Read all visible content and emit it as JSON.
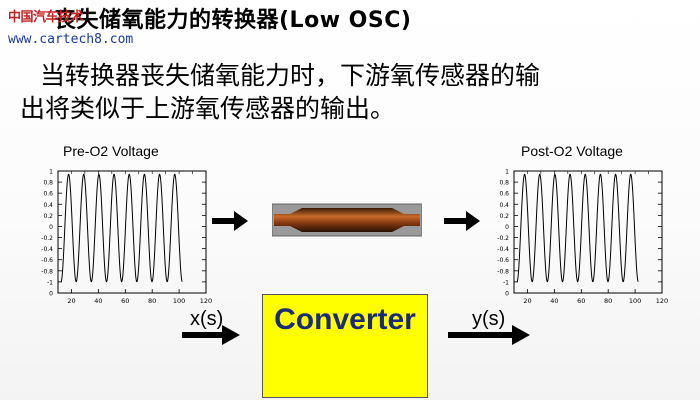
{
  "watermark": {
    "text_cn": "中国汽车技术",
    "url": "www.cartech8.com"
  },
  "slide": {
    "title": "丧失储氧能力的转换器(Low OSC)",
    "body_line1": "当转换器丧失储氧能力时，下游氧传感器的输",
    "body_line2": "出将类似于上游氧传感器的输出。"
  },
  "diagram": {
    "converter_label": "Converter",
    "input_label": "x(s)",
    "output_label": "y(s)"
  },
  "chart_data": [
    {
      "type": "line",
      "title": "Pre-O2 Voltage",
      "xlabel": "",
      "ylabel": "",
      "xlim": [
        10,
        120
      ],
      "ylim": [
        0,
        1
      ],
      "x_ticks": [
        20,
        40,
        60,
        80,
        100,
        120
      ],
      "y_ticks": [
        "1",
        "0.8",
        "0.6",
        "0.4",
        "0.2",
        "0",
        "-0.2",
        "-0.4",
        "-0.6",
        "-0.8",
        "-1",
        "0"
      ],
      "series": [
        {
          "waveform": "sine",
          "cycles": 8,
          "amplitude": 1
        }
      ]
    },
    {
      "type": "line",
      "title": "Post-O2 Voltage",
      "xlabel": "",
      "ylabel": "",
      "xlim": [
        10,
        120
      ],
      "ylim": [
        0,
        1
      ],
      "x_ticks": [
        20,
        40,
        60,
        80,
        100,
        120
      ],
      "y_ticks": [
        "1",
        "0.8",
        "0.6",
        "0.4",
        "0.2",
        "0",
        "-0.2",
        "-0.4",
        "-0.6",
        "-0.8",
        "-1",
        "0"
      ],
      "series": [
        {
          "waveform": "sine",
          "cycles": 8,
          "amplitude": 1
        }
      ]
    }
  ],
  "colors": {
    "converter_fill": "#ffff00",
    "converter_text": "#1c2a7a",
    "pipe": "#7a3a12",
    "watermark_red": "#c62020",
    "watermark_blue": "#1a3a9a"
  }
}
